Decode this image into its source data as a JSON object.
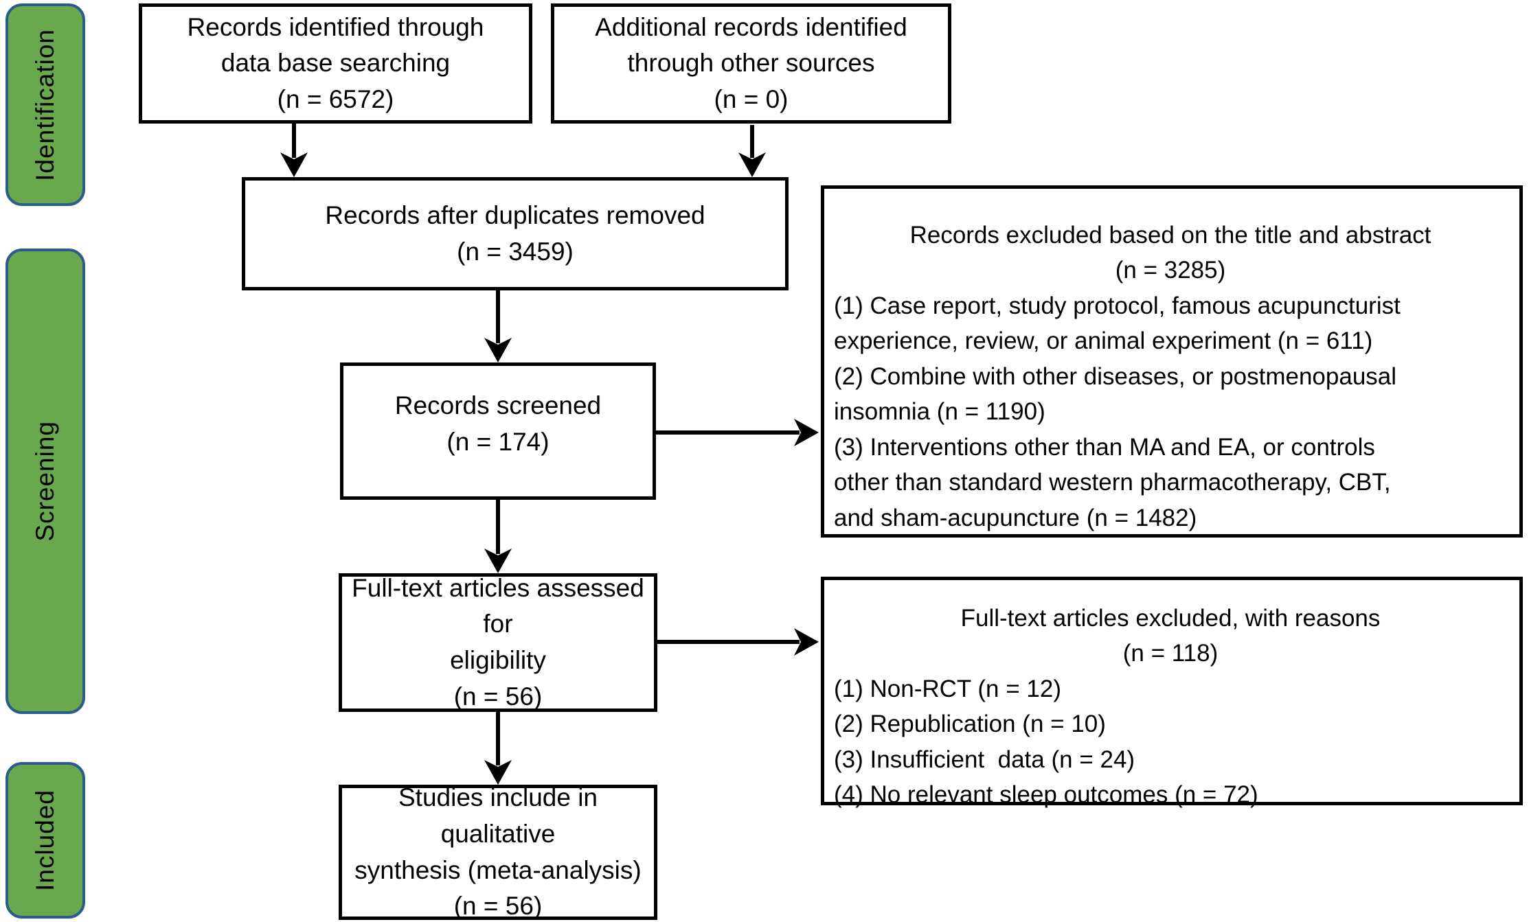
{
  "stages": {
    "identification": "Identification",
    "screening": "Screening",
    "included": "Included"
  },
  "boxes": {
    "identified": "Records identified through\ndata base searching\n(n = 6572)",
    "additional": "Additional records identified\nthrough other sources\n(n = 0)",
    "duplicates_removed": "Records after duplicates removed\n(n = 3459)",
    "screened": "Records screened\n(n = 174)",
    "fulltext_assessed": "Full-text articles assessed for\neligibility\n(n = 56)",
    "qualitative_synthesis": "Studies include in qualitative\nsynthesis (meta-analysis)\n(n = 56)",
    "excluded_title_abstract": {
      "title": "Records excluded based on the title and abstract",
      "count": "(n = 3285)",
      "reasons": [
        "(1) Case report, study protocol, famous acupuncturist\nexperience, review, or animal experiment (n = 611)",
        "(2) Combine with other diseases, or postmenopausal\ninsomnia (n = 1190)",
        "(3) Interventions other than MA and EA, or controls\nother than standard western pharmacotherapy, CBT,\nand sham-acupuncture (n = 1482)"
      ]
    },
    "excluded_fulltext": {
      "title": "Full-text articles excluded, with reasons",
      "count": "(n = 118)",
      "reasons": [
        "(1) Non-RCT (n = 12)",
        "(2) Republication (n = 10)",
        "(3) Insufficient  data (n = 24)",
        "(4) No relevant sleep outcomes (n = 72)"
      ]
    }
  },
  "colors": {
    "stage_fill": "#6aa84e",
    "stage_border": "#2b5c8a",
    "box_border": "#000000",
    "arrow": "#000000"
  }
}
